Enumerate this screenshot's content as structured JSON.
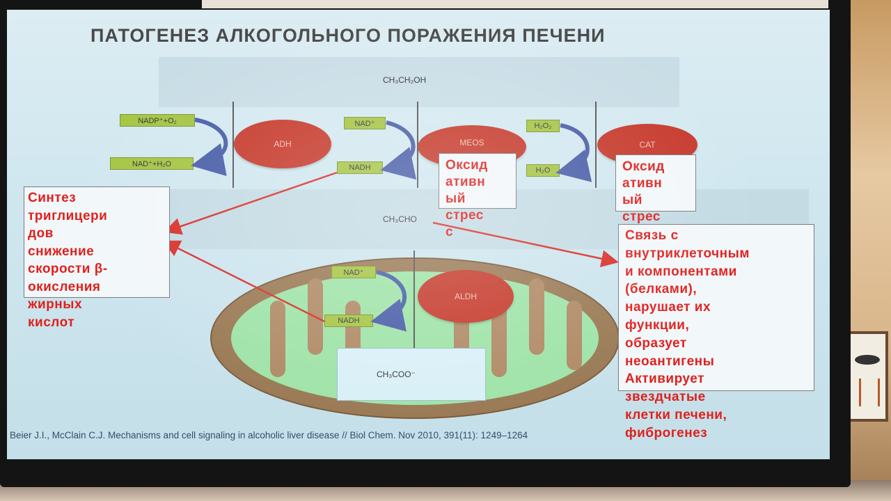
{
  "slide": {
    "title": "ПАТОГЕНЕЗ АЛКОГОЛЬНОГО ПОРАЖЕНИЯ ПЕЧЕНИ",
    "citation": "Beier J.I., McClain C.J. Mechanisms and cell signaling in alcoholic liver disease // Biol Chem. Nov 2010, 391(11): 1249–1264"
  },
  "metabolites": {
    "ethanol": "CH₃CH₂OH",
    "acetaldehyde": "CH₃CHO",
    "acetate": "CH₃COO⁻"
  },
  "enzymes": {
    "adh": "ADH",
    "meos": "MEOS",
    "cat": "CAT",
    "aldh": "ALDH"
  },
  "cofactors": {
    "adh_in": "NADP⁺+O₂",
    "adh_out": "NAD⁺+H₂O",
    "meos_in": "NAD⁺",
    "meos_out": "NADH",
    "cat_in": "H₂O₂",
    "cat_out": "H₂O",
    "aldh_in": "NAD⁺",
    "aldh_out": "NADH"
  },
  "notes": {
    "synthesis": [
      "Синтез",
      "триглицери",
      "дов",
      "снижение",
      "скорости β-",
      "окисления",
      "жирных",
      "кислот"
    ],
    "oxidative_meos": [
      "Оксид",
      "ативн",
      "ый",
      "стрес",
      "с"
    ],
    "oxidative_cat": [
      "Оксид",
      "ативн",
      "ый",
      "стрес"
    ],
    "binding": [
      "Связь с",
      "внутриклеточным",
      "и компонентами",
      "(белками),",
      "нарушает их",
      "функции,",
      "образует",
      "неоантигены",
      "Активирует",
      "звездчатые",
      "клетки печени,",
      "фиброгенез"
    ]
  },
  "colors": {
    "enzyme": "#c63a2c",
    "cofactor": "#a6c544",
    "note_text": "#e0201c",
    "arrow_red": "#d9302a",
    "arrow_blue": "#4a5ea8"
  }
}
